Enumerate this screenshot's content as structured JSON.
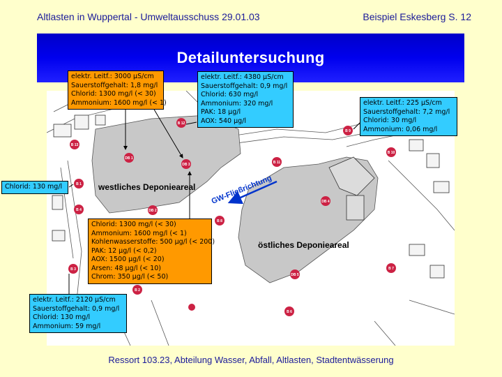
{
  "header": {
    "left": "Altlasten in Wuppertal - Umweltausschuss 29.01.03",
    "right": "Beispiel Eskesberg S. 12"
  },
  "title": "Detailuntersuchung",
  "footer": "Ressort 103.23, Abteilung Wasser, Abfall, Altlasten, Stadtentwässerung",
  "map": {
    "areas": {
      "west": "westliches Deponieareal",
      "east": "östliches Deponieareal"
    },
    "flow_direction": "GW-Fließrichtung",
    "wells": {
      "b1": "B 1",
      "b2": "B 2",
      "b3": "B 3",
      "b4": "B 4",
      "b6": "B 6",
      "b7": "B 7",
      "b8": "B 8",
      "b9": "B 9",
      "b10": "B 10",
      "b11": "B 11",
      "b12": "B 12",
      "b13": "B 13",
      "db1": "DB 1",
      "db2": "DB 2",
      "db3": "DB 3",
      "db4": "DB 4",
      "db5": "DB 5"
    }
  },
  "boxes": {
    "top_left": [
      "elektr. Leitf.: 3000 µS/cm",
      "Sauerstoffgehalt: 1,8 mg/l",
      "Chlorid: 1300 mg/l (< 30)",
      "Ammonium: 1600 mg/l (< 1)"
    ],
    "top_center": [
      "elektr. Leitf.: 4380 µS/cm",
      "Sauerstoffgehalt: 0,9 mg/l",
      "Chlorid: 630 mg/l",
      "Ammonium: 320 mg/l",
      "PAK: 18 µg/l",
      "AOX: 540 µg/l"
    ],
    "top_right": [
      "elektr. Leitf.: 225 µS/cm",
      "Sauerstoffgehalt: 7,2 mg/l",
      "Chlorid: 30 mg/l",
      "Ammonium: 0,06 mg/l"
    ],
    "left": [
      "Chlorid: 130 mg/l"
    ],
    "center": [
      "Chlorid: 1300 mg/l (< 30)",
      "Ammonium: 1600 mg/l (< 1)",
      "Kohlenwasserstoffe: 500 µg/l (< 200)",
      "PAK: 12 µg/l (< 0,2)",
      "AOX: 1500 µg/l (< 20)",
      "Arsen: 48 µg/l (< 10)",
      "Chrom: 350 µg/l (< 50)"
    ],
    "bottom_left": [
      "elektr. Leitf.: 2120 µS/cm",
      "Sauerstoffgehalt: 0,9 mg/l",
      "Chlorid: 130 mg/l",
      "Ammonium: 59 mg/l"
    ]
  },
  "colors": {
    "background": "#ffffcc",
    "title_bar": "#0000ee",
    "orange_box": "#ff9900",
    "cyan_box": "#33ccff",
    "well_marker": "#cc2244",
    "deponie_fill": "#c8c8c8"
  }
}
